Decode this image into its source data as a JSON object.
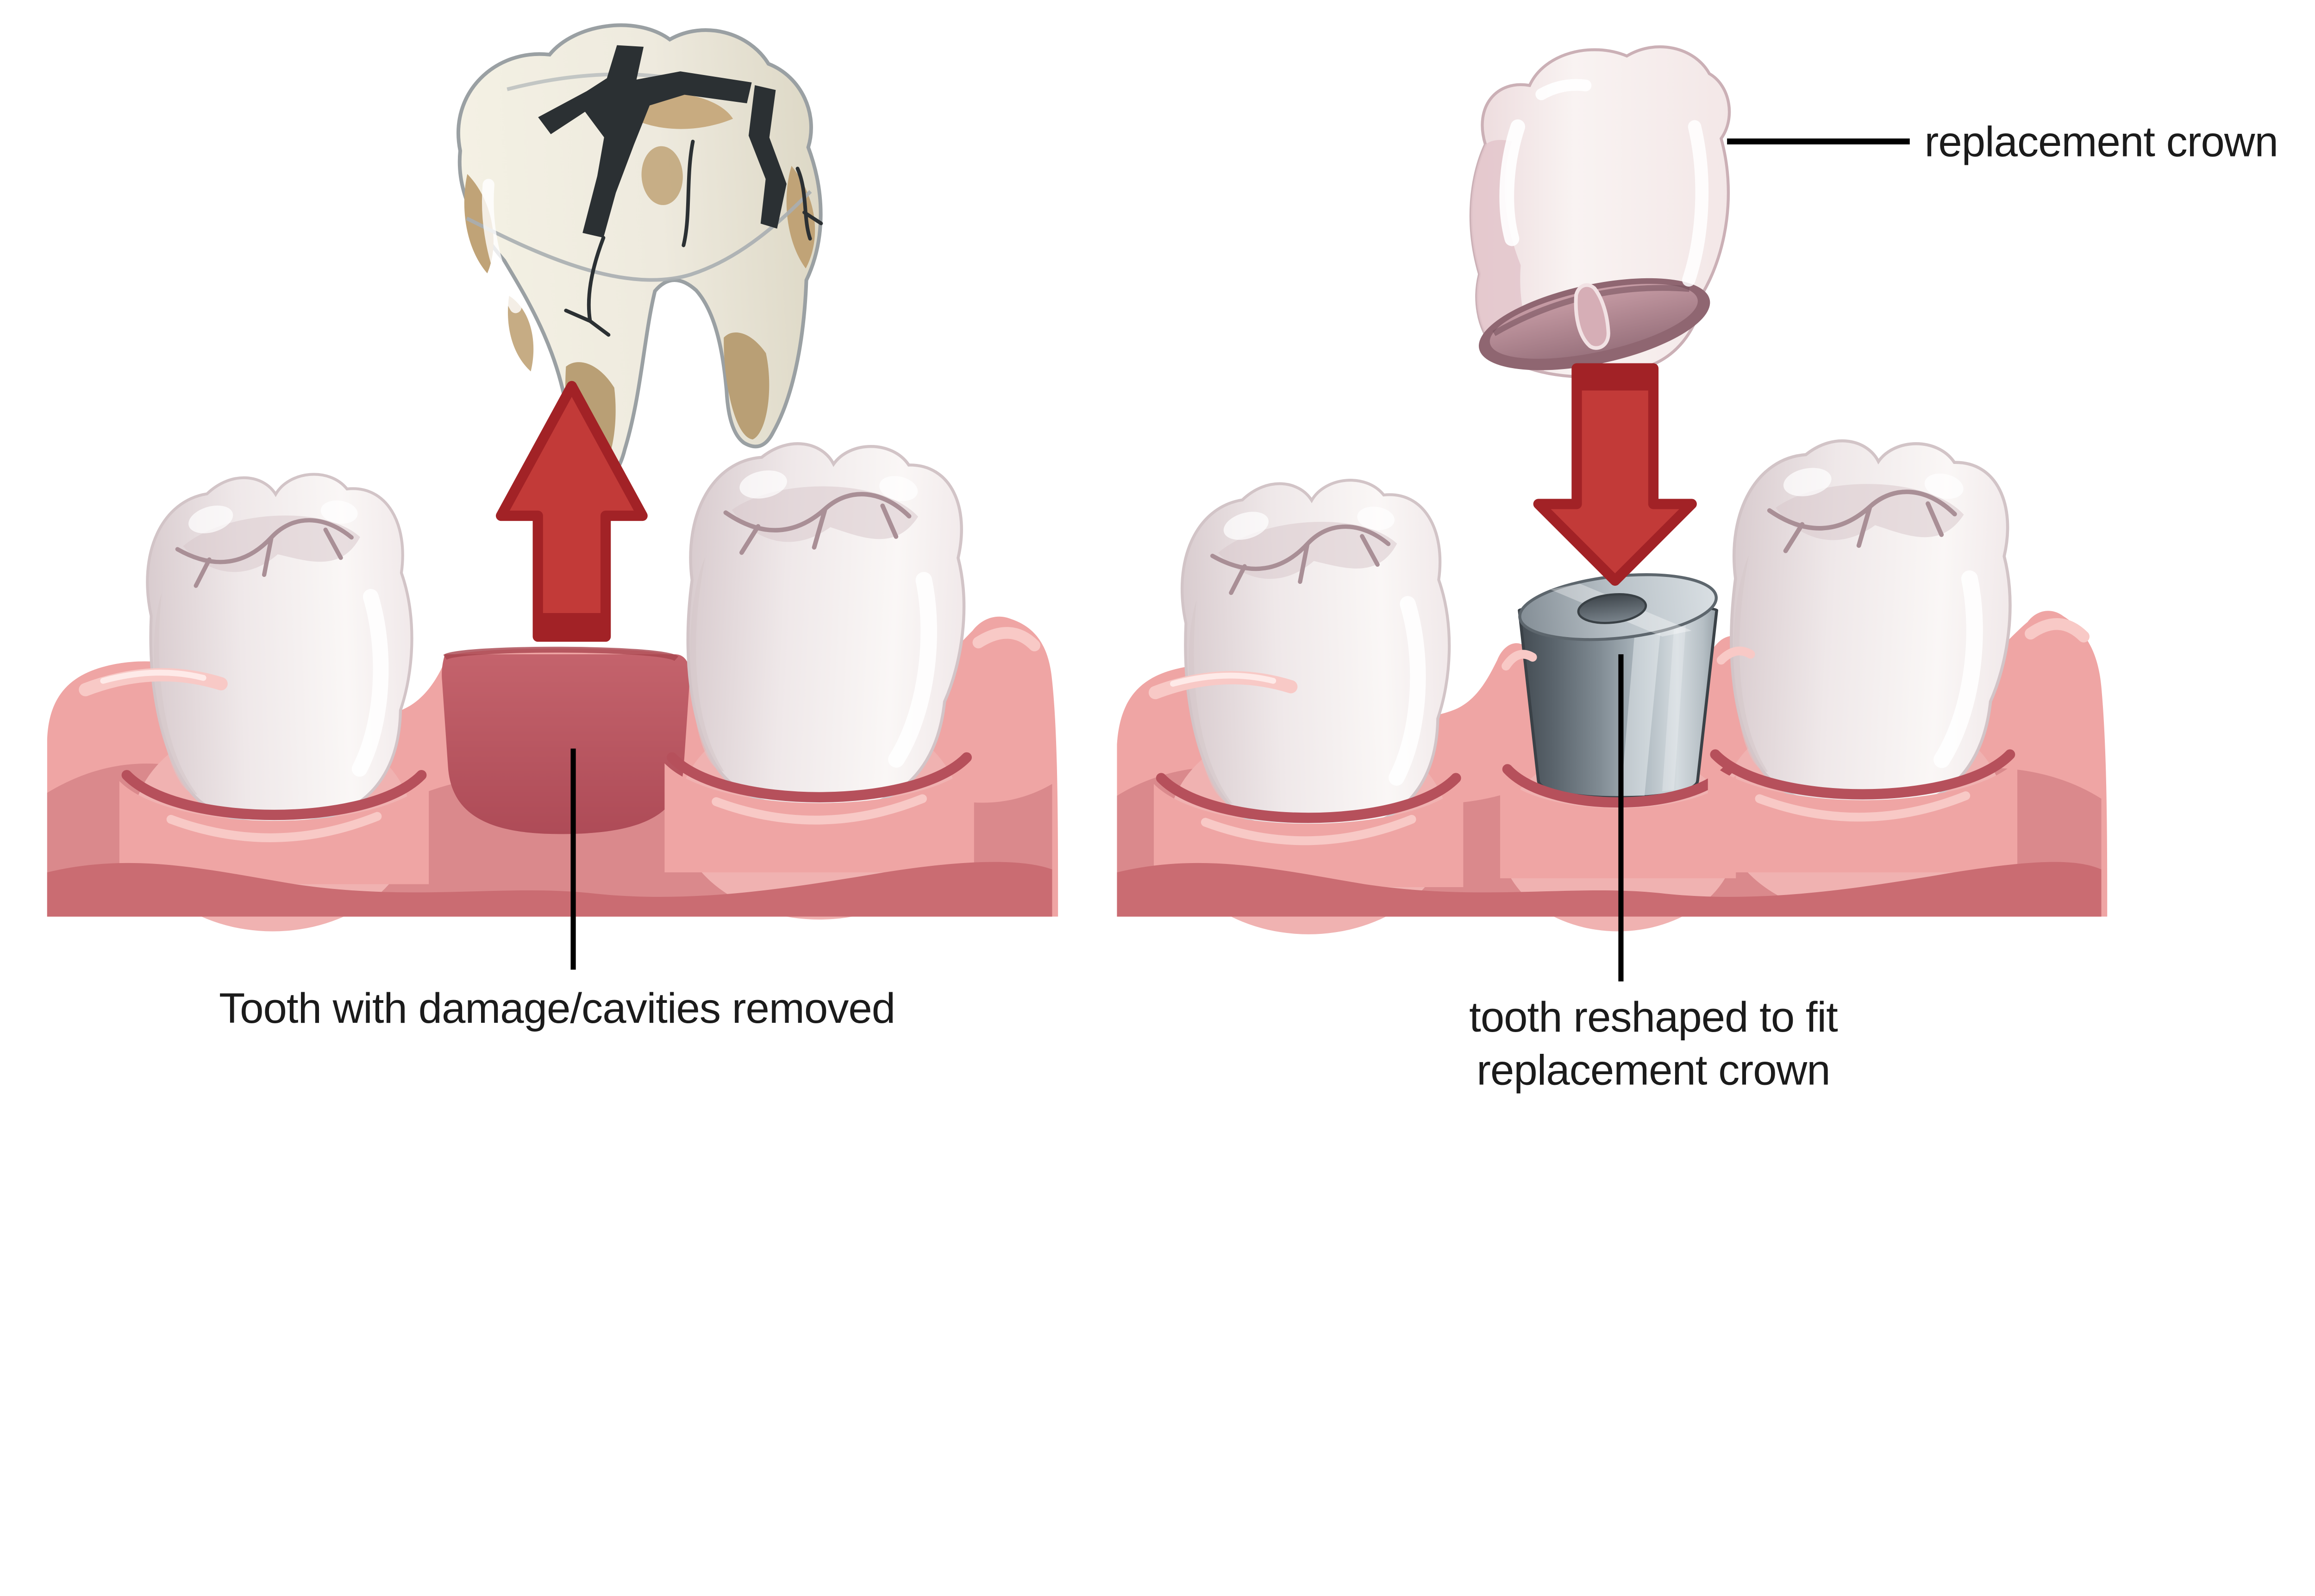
{
  "labels": {
    "replacement_crown": "replacement crown",
    "left_caption": "Tooth with damage/cavities removed",
    "right_caption_line1": "tooth reshaped to fit",
    "right_caption_line2": "replacement crown"
  },
  "colors": {
    "background": "#ffffff",
    "text": "#1b1b1b",
    "leader_line": "#000000",
    "arrow_fill": "#c23a38",
    "arrow_border": "#a22226",
    "gum_base": "#efa5a4",
    "gum_mid_shadow": "#da898c",
    "gum_bottom_band": "#ca6c72",
    "gum_pocket_line": "#b6505b",
    "gum_highlight": "#f8c9c6",
    "socket_red": "#bb5761",
    "tooth_white": "#f7f3f2",
    "tooth_shade": "#d8cbcd",
    "damaged_tooth_cream": "#efebdd",
    "decay_tan": "#c0a377",
    "crack_black": "#2b3033",
    "stub_gray_dark": "#434b52",
    "stub_gray_light": "#d4dbdf",
    "crown_interior": "#bb929c",
    "crown_rim": "#8f6671"
  }
}
